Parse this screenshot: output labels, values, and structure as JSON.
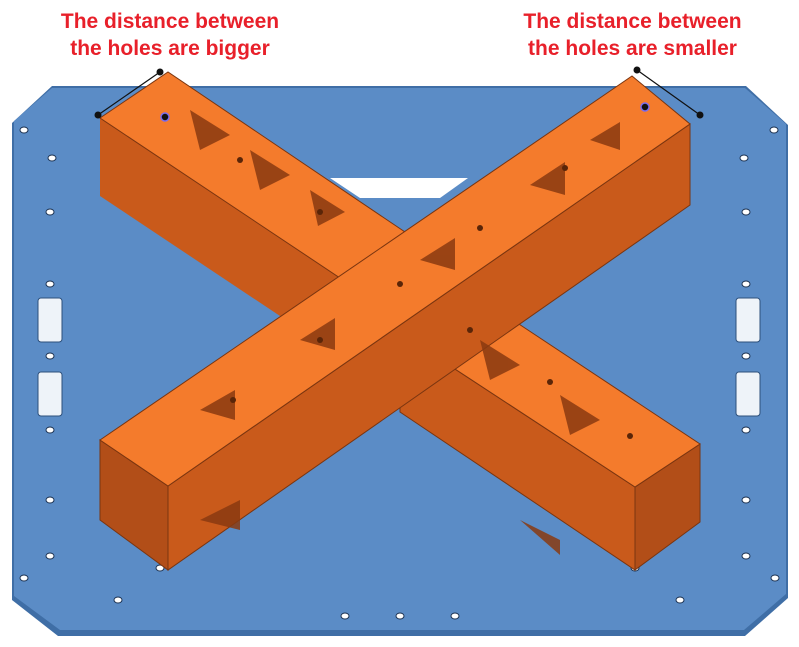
{
  "annotations": {
    "left": {
      "line1": "The distance between",
      "line2": "the holes are bigger"
    },
    "right": {
      "line1": "The distance between",
      "line2": "the holes are smaller"
    }
  },
  "colors": {
    "plate": "#5b8cc6",
    "plate_edge": "#3f6ea6",
    "beam_top": "#f47b2c",
    "beam_side": "#c95a1b",
    "annotation": "#e8202a"
  }
}
